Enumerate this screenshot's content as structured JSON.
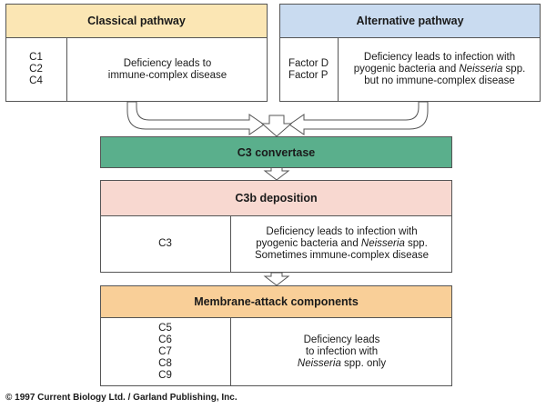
{
  "classical": {
    "title": "Classical pathway",
    "components": [
      "C1",
      "C2",
      "C4"
    ],
    "note_lines": [
      "Deficiency leads to",
      "immune-complex disease"
    ]
  },
  "alternative": {
    "title": "Alternative pathway",
    "components": [
      "Factor D",
      "Factor P"
    ],
    "note_line1": "Deficiency leads to infection with",
    "note_line2_pre": "pyogenic bacteria and ",
    "note_line2_em": "Neisseria",
    "note_line2_post": " spp.",
    "note_line3": "but no immune-complex disease"
  },
  "convertase": {
    "title": "C3 convertase"
  },
  "deposition": {
    "title": "C3b deposition",
    "component": "C3",
    "note_line1": "Deficiency leads to infection with",
    "note_line2_pre": "pyogenic bacteria and ",
    "note_line2_em": "Neisseria",
    "note_line2_post": " spp.",
    "note_line3": "Sometimes immune-complex disease"
  },
  "membrane": {
    "title": "Membrane-attack components",
    "components": [
      "C5",
      "C6",
      "C7",
      "C8",
      "C9"
    ],
    "note_line1": "Deficiency leads",
    "note_line2": "to infection with",
    "note_line3_em": "Neisseria",
    "note_line3_post": " spp. only"
  },
  "footer": "© 1997 Current Biology Ltd. / Garland Publishing, Inc.",
  "colors": {
    "classical_header": "#fbe6b4",
    "alternative_header": "#c9dbf0",
    "convertase": "#5aaf8c",
    "deposition": "#f8d8d0",
    "membrane": "#f9cf98",
    "border": "#555555"
  }
}
